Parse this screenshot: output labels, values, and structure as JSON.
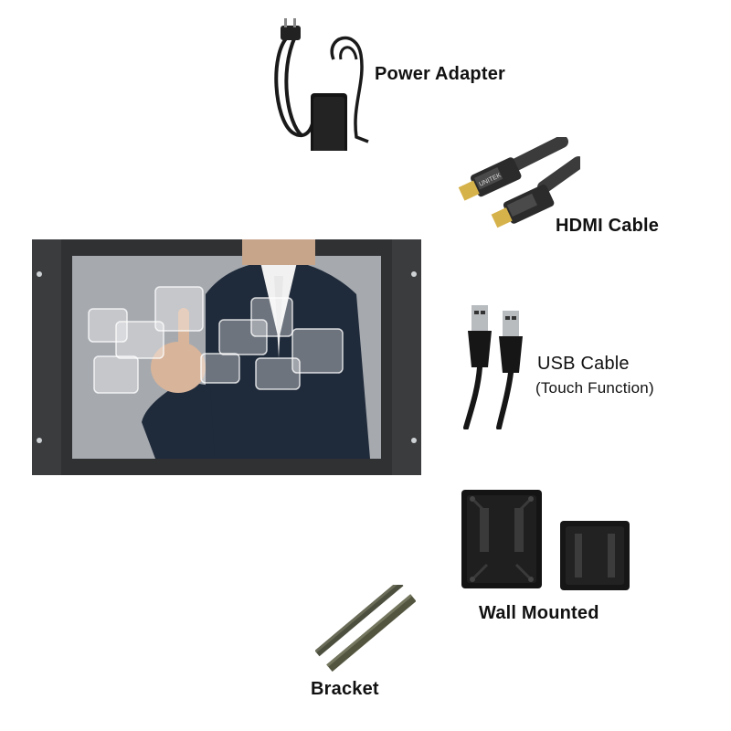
{
  "items": {
    "power_adapter": {
      "label": "Power Adapter"
    },
    "hdmi_cable": {
      "label": "HDMI Cable",
      "plug_text": "UNITEK"
    },
    "usb_cable": {
      "label": "USB Cable",
      "sublabel": "(Touch Function)"
    },
    "wall_mount": {
      "label": "Wall Mounted"
    },
    "bracket": {
      "label": "Bracket"
    }
  },
  "colors": {
    "monitor_frame": "#3a3c3e",
    "screen_bg": "#9a9ea3",
    "suit": "#1f2a3a",
    "metal": "#5b5d4a",
    "text": "#111111"
  }
}
